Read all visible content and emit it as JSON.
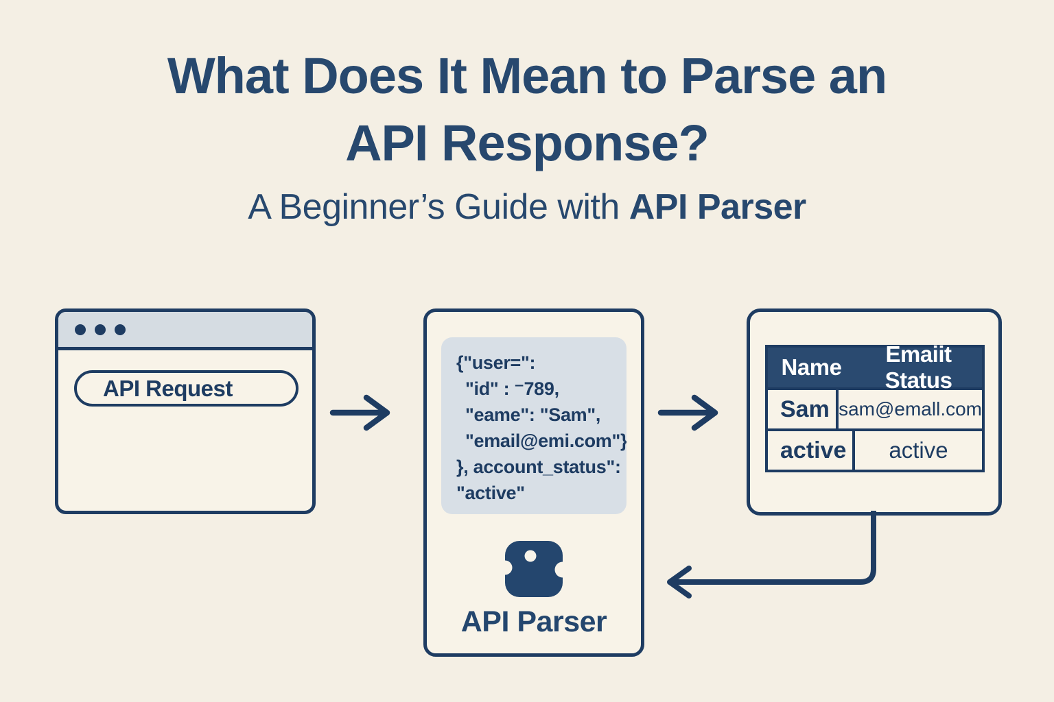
{
  "header": {
    "title_line1": "What Does It Mean to Parse an",
    "title_line2": "API Response?",
    "subtitle_prefix": "A Beginner’s Guide with ",
    "subtitle_bold": "API Parser"
  },
  "request_window": {
    "field_label": "API Request"
  },
  "parser_box": {
    "code_lines": [
      "{\"user=\":",
      "\"id\" : ⁻789,",
      "\"eame\": \"Sam\",",
      "\"email@emi.com\"}",
      "}, account_status\":",
      "\"active\""
    ],
    "label": "API Parser",
    "icon": "puzzle-icon"
  },
  "result_window": {
    "table": {
      "headers": [
        "Name",
        "Emaiit Status"
      ],
      "rows": [
        [
          "Sam",
          "sam@emall.com"
        ],
        [
          "active",
          "active"
        ]
      ]
    }
  },
  "colors": {
    "background": "#f4efe4",
    "navy": "#1e3c62",
    "title_navy": "#27486e",
    "topbar_gray": "#d5dce2",
    "code_bg": "#d8dfe6",
    "table_header_bg": "#2a4a70",
    "white": "#ffffff"
  }
}
